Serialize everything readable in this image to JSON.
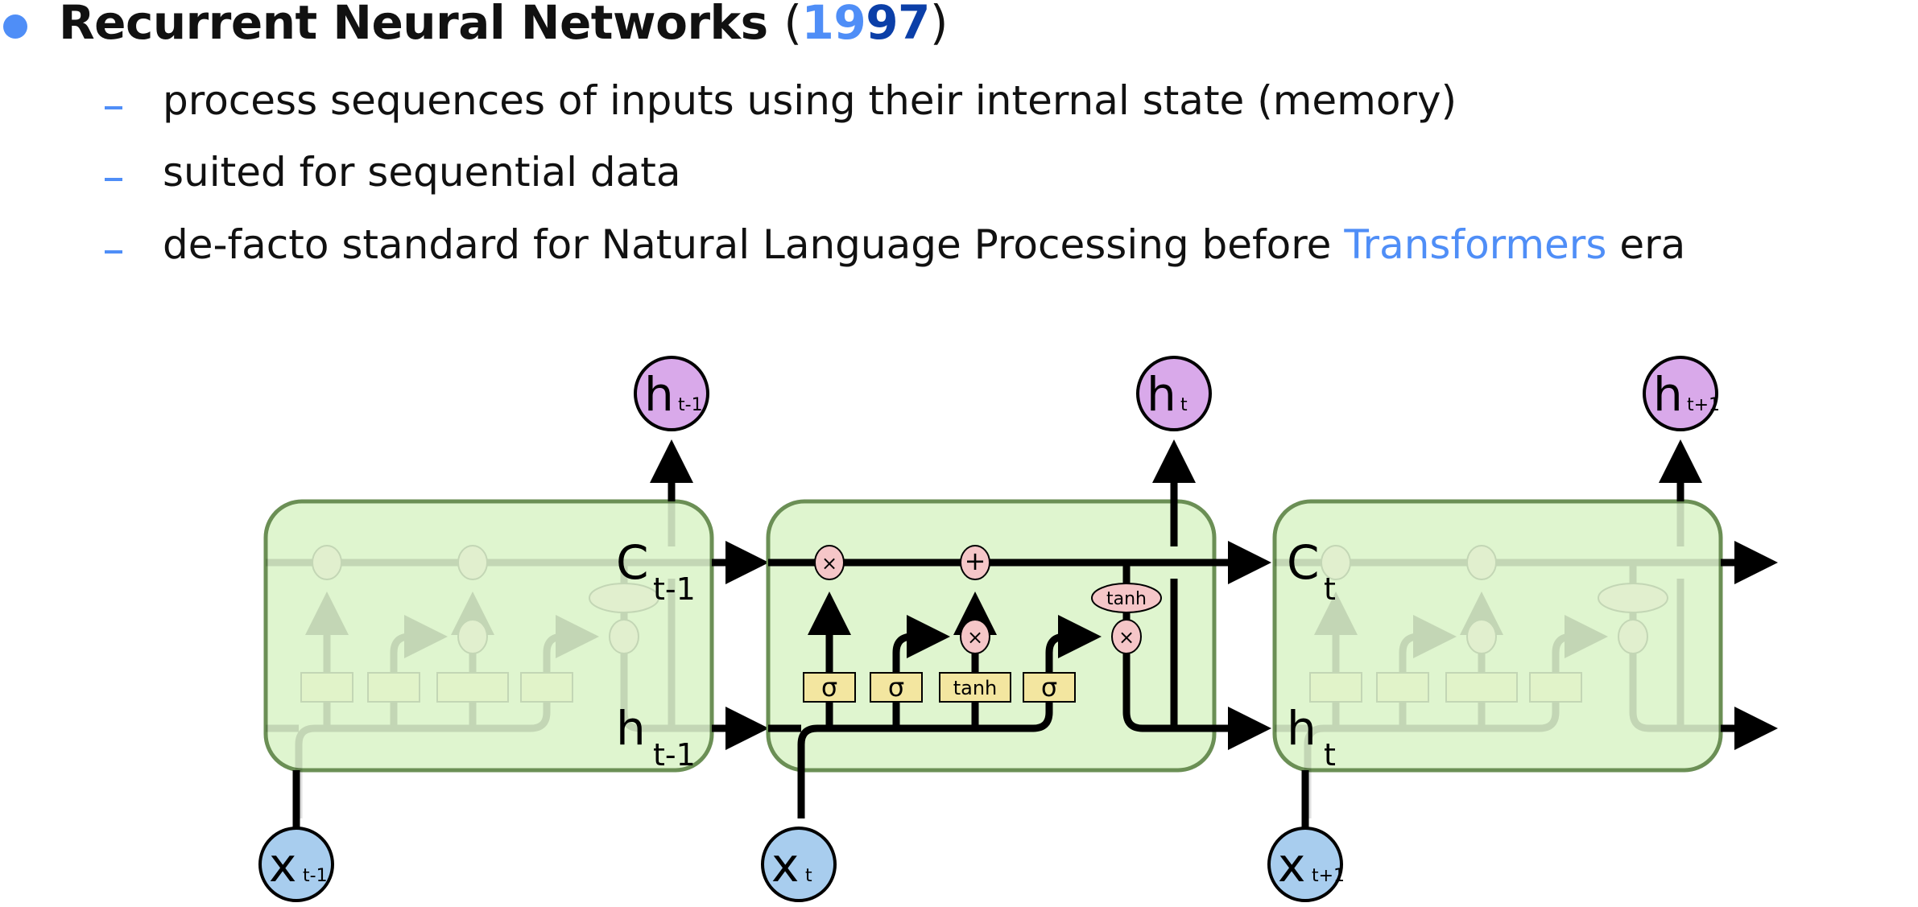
{
  "heading": {
    "title": "Recurrent Neural Networks",
    "year_part1": "19",
    "year_part2": "97",
    "open_paren": "(",
    "close_paren": ")"
  },
  "bullets": [
    {
      "text": "process sequences of inputs using their internal state (memory)"
    },
    {
      "text": "suited for sequential data"
    },
    {
      "text_before": "de-facto standard for Natural Language Processing before ",
      "highlight": "Transformers",
      "text_after": " era"
    }
  ],
  "colors": {
    "accent": "#4f8ef7",
    "accent_dark": "#0b3fa8",
    "cell_fill": "#dff5cf",
    "cell_border": "#6b8f55",
    "output_node": "#d9a9ea",
    "input_node": "#a8cdee",
    "pointwise_op": "#f5c6c8",
    "layer_box": "#f3e6a0"
  },
  "diagram": {
    "outputs": [
      {
        "base": "h",
        "sub": "t-1"
      },
      {
        "base": "h",
        "sub": "t"
      },
      {
        "base": "h",
        "sub": "t+1"
      }
    ],
    "inputs": [
      {
        "base": "x",
        "sub": "t-1"
      },
      {
        "base": "x",
        "sub": "t"
      },
      {
        "base": "x",
        "sub": "t+1"
      }
    ],
    "state_labels": [
      {
        "base": "C",
        "sub": "t-1"
      },
      {
        "base": "h",
        "sub": "t-1"
      },
      {
        "base": "C",
        "sub": "t"
      },
      {
        "base": "h",
        "sub": "t"
      }
    ],
    "layers": [
      "σ",
      "σ",
      "tanh",
      "σ"
    ],
    "ops": {
      "mult": "×",
      "add": "+",
      "tanh": "tanh"
    }
  }
}
